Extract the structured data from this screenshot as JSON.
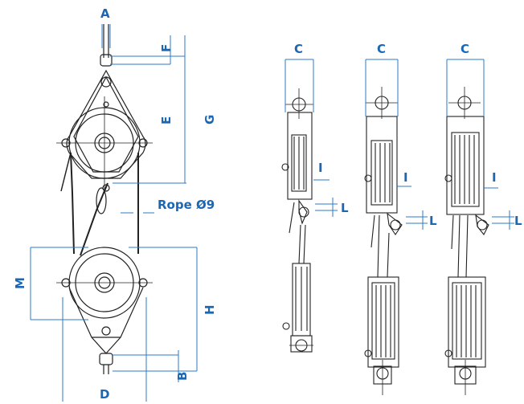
{
  "labels": {
    "A": "A",
    "B": "B",
    "C": "C",
    "D": "D",
    "E": "E",
    "F": "F",
    "G": "G",
    "H": "H",
    "I": "I",
    "L": "L",
    "M": "M",
    "rope": "Rope Ø9"
  },
  "colors": {
    "dimension": "#1b67b3",
    "drawing": "#222222"
  }
}
